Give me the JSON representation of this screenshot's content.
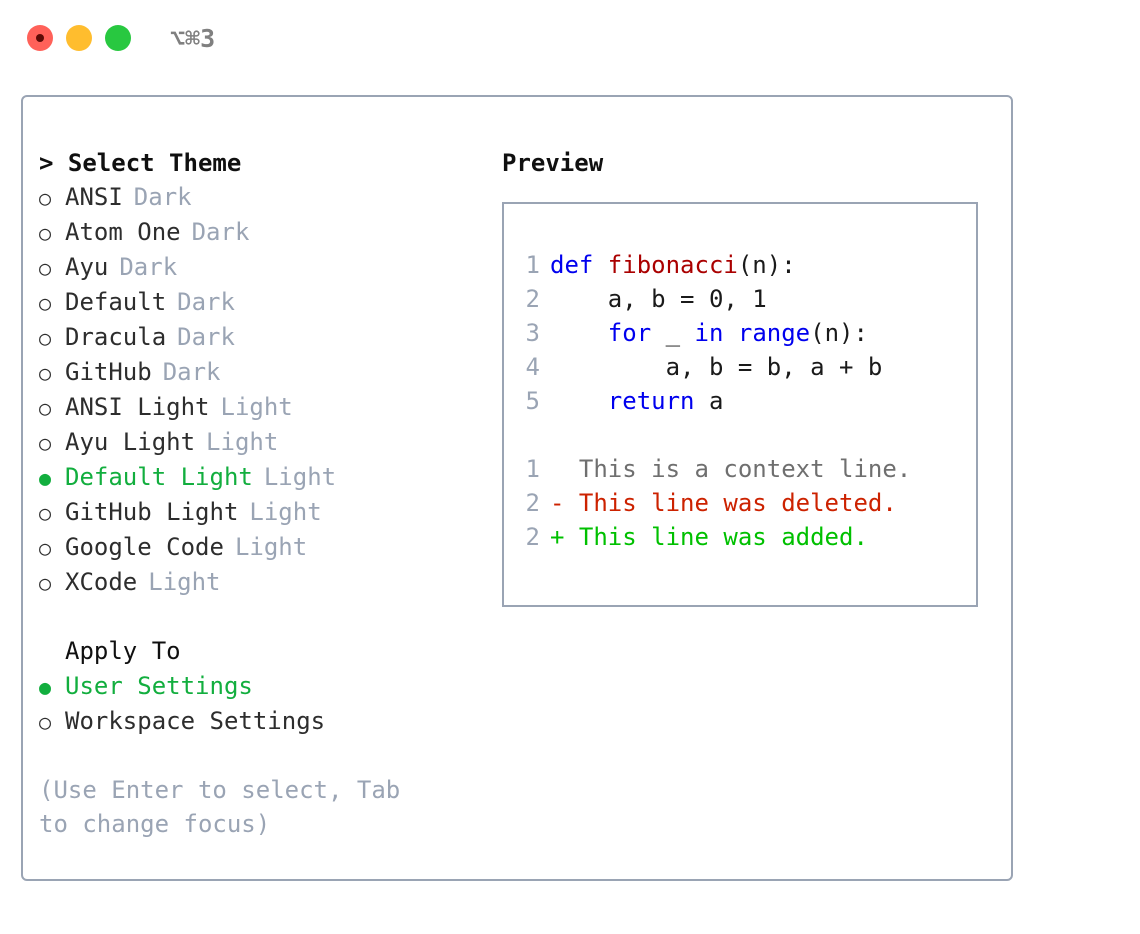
{
  "titlebar": {
    "traffic_lights": [
      {
        "name": "close",
        "color": "#ff6159"
      },
      {
        "name": "minimize",
        "color": "#ffbd2e"
      },
      {
        "name": "maximize",
        "color": "#28c840"
      }
    ],
    "shortcut": "⌥⌘3"
  },
  "theme_panel": {
    "title": "> Select Theme",
    "bullet_selected": "●",
    "bullet_unselected": "○",
    "items": [
      {
        "label": "ANSI",
        "suffix": "Dark",
        "selected": false
      },
      {
        "label": "Atom One",
        "suffix": "Dark",
        "selected": false
      },
      {
        "label": "Ayu",
        "suffix": "Dark",
        "selected": false
      },
      {
        "label": "Default",
        "suffix": "Dark",
        "selected": false
      },
      {
        "label": "Dracula",
        "suffix": "Dark",
        "selected": false
      },
      {
        "label": "GitHub",
        "suffix": "Dark",
        "selected": false
      },
      {
        "label": "ANSI Light",
        "suffix": "Light",
        "selected": false
      },
      {
        "label": "Ayu Light",
        "suffix": "Light",
        "selected": false
      },
      {
        "label": "Default Light",
        "suffix": "Light",
        "selected": true
      },
      {
        "label": "GitHub Light",
        "suffix": "Light",
        "selected": false
      },
      {
        "label": "Google Code",
        "suffix": "Light",
        "selected": false
      },
      {
        "label": "XCode",
        "suffix": "Light",
        "selected": false
      }
    ]
  },
  "apply_to": {
    "title": "Apply To",
    "items": [
      {
        "label": "User Settings",
        "selected": true
      },
      {
        "label": "Workspace Settings",
        "selected": false
      }
    ]
  },
  "hint": "(Use Enter to select, Tab to change focus)",
  "preview": {
    "title": "Preview",
    "code_lines": [
      {
        "num": "1",
        "segments": [
          {
            "t": "def ",
            "c": "kw"
          },
          {
            "t": "fibonacci",
            "c": "fn"
          },
          {
            "t": "(n):",
            "c": "code-text"
          }
        ]
      },
      {
        "num": "2",
        "segments": [
          {
            "t": "    a, b = 0, 1",
            "c": "code-text"
          }
        ]
      },
      {
        "num": "3",
        "segments": [
          {
            "t": "    ",
            "c": "code-text"
          },
          {
            "t": "for",
            "c": "kw"
          },
          {
            "t": " _ ",
            "c": "code-text"
          },
          {
            "t": "in",
            "c": "kw"
          },
          {
            "t": " ",
            "c": "code-text"
          },
          {
            "t": "range",
            "c": "kw"
          },
          {
            "t": "(n):",
            "c": "code-text"
          }
        ]
      },
      {
        "num": "4",
        "segments": [
          {
            "t": "        a, b = b, a + b",
            "c": "code-text"
          }
        ]
      },
      {
        "num": "5",
        "segments": [
          {
            "t": "    ",
            "c": "code-text"
          },
          {
            "t": "return",
            "c": "kw"
          },
          {
            "t": " a",
            "c": "code-text"
          }
        ]
      }
    ],
    "diff_lines": [
      {
        "num": "1",
        "marker": " ",
        "text": " This is a context line.",
        "kind": "diff-ctx"
      },
      {
        "num": "2",
        "marker": "-",
        "text": " This line was deleted.",
        "kind": "diff-del"
      },
      {
        "num": "2",
        "marker": "+",
        "text": " This line was added.",
        "kind": "diff-add"
      }
    ]
  },
  "colors": {
    "accent_green": "#12ae3e",
    "border": "#9aa4b4",
    "muted": "#9aa4b4",
    "keyword_blue": "#0000ee",
    "function_red": "#aa0000",
    "diff_add": "#00c000",
    "diff_del": "#cc2200"
  }
}
